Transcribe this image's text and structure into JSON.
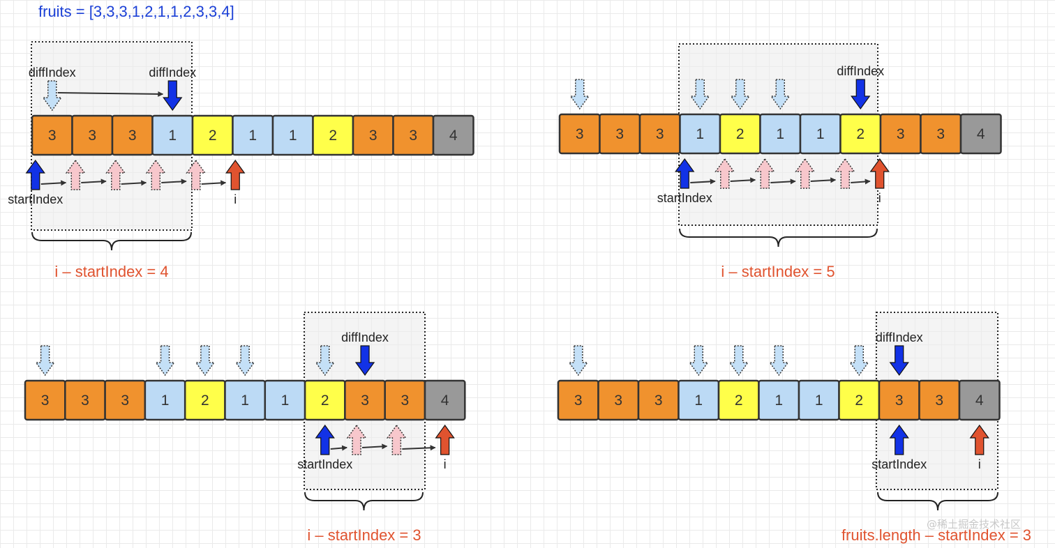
{
  "title": "fruits = [3,3,3,1,2,1,1,2,3,3,4]",
  "labels": {
    "diff": "diffIndex",
    "start": "startIndex",
    "i": "i"
  },
  "colors": {
    "3": "#f0922e",
    "1": "#bcdaf5",
    "2": "#ffff4a",
    "4": "#999999",
    "start_arrow": "#1232e6",
    "i_arrow": "#e0532f",
    "ghost_up": "#f7c7cc",
    "ghost_down": "#c4e0f7",
    "formula": "#e0532f",
    "title": "#1a3fd6"
  },
  "panels": [
    {
      "values": [
        3,
        3,
        3,
        1,
        2,
        1,
        1,
        2,
        3,
        3,
        4
      ],
      "diff_index": 3,
      "ghost_down": [
        0
      ],
      "start_index": 0,
      "ghost_up": [
        1,
        2,
        3,
        4
      ],
      "i": 5,
      "formula": "i – startIndex = 4"
    },
    {
      "values": [
        3,
        3,
        3,
        1,
        2,
        1,
        1,
        2,
        3,
        3,
        4
      ],
      "diff_index": 7,
      "ghost_down": [
        0,
        3,
        4,
        5
      ],
      "start_index": 3,
      "ghost_up": [
        4,
        5,
        6,
        7
      ],
      "i": 8,
      "formula": "i – startIndex = 5"
    },
    {
      "values": [
        3,
        3,
        3,
        1,
        2,
        1,
        1,
        2,
        3,
        3,
        4
      ],
      "diff_index": 8,
      "ghost_down": [
        0,
        3,
        4,
        5,
        7
      ],
      "start_index": 7,
      "ghost_up": [
        8,
        9
      ],
      "i": 10,
      "formula": "i – startIndex = 3"
    },
    {
      "values": [
        3,
        3,
        3,
        1,
        2,
        1,
        1,
        2,
        3,
        3,
        4
      ],
      "diff_index": 8,
      "ghost_down": [
        0,
        3,
        4,
        5,
        7
      ],
      "start_index": 8,
      "ghost_up": [],
      "i": 10,
      "formula": "fruits.length – startIndex = 3"
    }
  ],
  "watermark": "@稀土掘金技术社区"
}
